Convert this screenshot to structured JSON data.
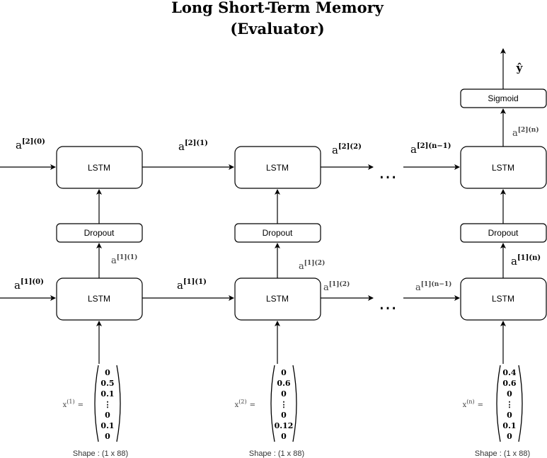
{
  "title": {
    "line1": "Long Short-Term Memory",
    "line2": "(Evaluator)"
  },
  "blocks": {
    "lstm_label": "LSTM",
    "dropout_label": "Dropout",
    "sigmoid_label": "Sigmoid"
  },
  "output_label": "ŷ",
  "ellipsis": "…",
  "states": {
    "top_a0": {
      "base": "a",
      "sup": "[2](0)"
    },
    "top_a1": {
      "base": "a",
      "sup": "[2](1)"
    },
    "top_a2": {
      "base": "a",
      "sup": "[2](2)"
    },
    "top_an1": {
      "base": "a",
      "sup": "[2](n−1)"
    },
    "top_an": {
      "base": "a",
      "sup": "[2](n)"
    },
    "bot_a0": {
      "base": "a",
      "sup": "[1](0)"
    },
    "bot_a1_right": {
      "base": "a",
      "sup": "[1](1)"
    },
    "bot_a1_up": {
      "base": "a",
      "sup": "[1](1)"
    },
    "bot_a2_right": {
      "base": "a",
      "sup": "[1](2)"
    },
    "bot_a2_up": {
      "base": "a",
      "sup": "[1](2)"
    },
    "bot_an1": {
      "base": "a",
      "sup": "[1](n−1)"
    },
    "bot_an_up": {
      "base": "a",
      "sup": "[1](n)"
    }
  },
  "inputs": [
    {
      "label_base": "x",
      "label_sup": "(1)",
      "equals": "=",
      "values": [
        "0",
        "0.5",
        "0.1",
        "⋮",
        "0",
        "0.1",
        "0"
      ],
      "shape": "Shape : (1 x 88)"
    },
    {
      "label_base": "x",
      "label_sup": "(2)",
      "equals": "=",
      "values": [
        "0",
        "0.6",
        "0",
        "⋮",
        "0",
        "0.12",
        "0"
      ],
      "shape": "Shape : (1 x 88)"
    },
    {
      "label_base": "x",
      "label_sup": "(n)",
      "equals": "=",
      "values": [
        "0.4",
        "0.6",
        "0",
        "⋮",
        "0",
        "0.1",
        "0"
      ],
      "shape": "Shape : (1 x 88)"
    }
  ]
}
